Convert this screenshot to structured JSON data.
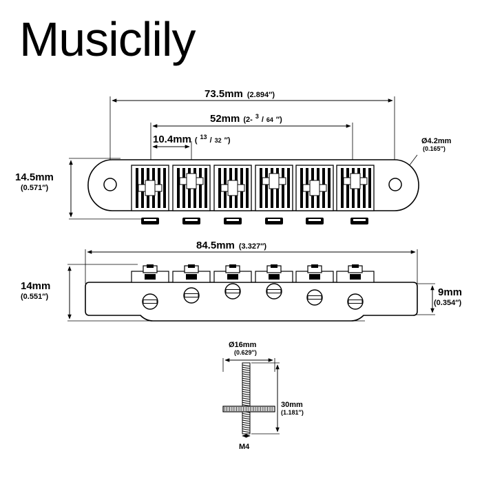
{
  "brand": {
    "name": "Musiclily"
  },
  "top_view": {
    "overall_length": {
      "mm": "73.5mm",
      "inch": "(2.894″)"
    },
    "string_spread": {
      "mm": "52mm",
      "inch_prefix": "(2-",
      "inch_num": "3",
      "inch_sep": "/",
      "inch_den": "64",
      "inch_suffix": "″)"
    },
    "string_spacing": {
      "mm": "10.4mm",
      "inch_prefix": "(",
      "inch_num": "13",
      "inch_sep": "/",
      "inch_den": "32",
      "inch_suffix": "″)"
    },
    "hole_diameter": {
      "mm": "Ø4.2mm",
      "inch": "(0.165″)"
    },
    "height": {
      "mm": "14.5mm",
      "inch": "(0.571″)"
    }
  },
  "side_view": {
    "overall_length": {
      "mm": "84.5mm",
      "inch": "(3.327″)"
    },
    "total_height": {
      "mm": "14mm",
      "inch": "(0.551″)"
    },
    "end_height": {
      "mm": "9mm",
      "inch": "(0.354″)"
    }
  },
  "stud": {
    "wheel_diameter": {
      "mm": "Ø16mm",
      "inch": "(0.629″)"
    },
    "length": {
      "mm": "30mm",
      "inch": "(1.181″)"
    },
    "thread": "M4"
  },
  "colors": {
    "line": "#000000",
    "background": "#ffffff",
    "dimension": "#000000"
  }
}
